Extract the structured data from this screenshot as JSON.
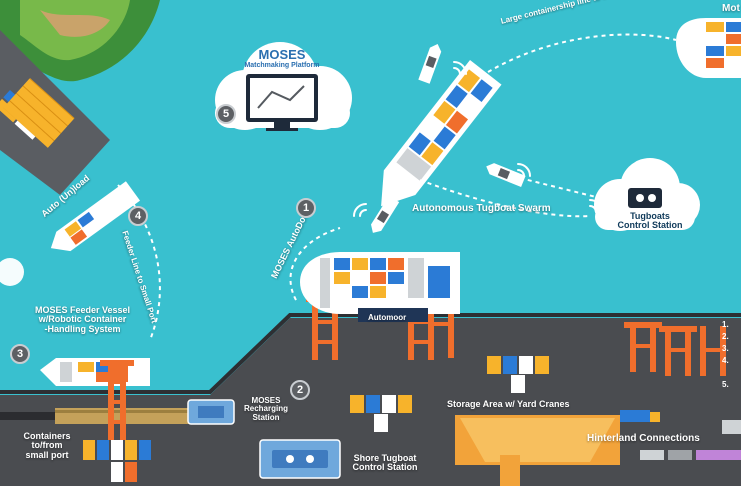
{
  "platform": {
    "logo": "MOSES",
    "subtitle": "Matchmaking Platform"
  },
  "steps": [
    "1",
    "2",
    "3",
    "4",
    "5"
  ],
  "labels": {
    "large_line": "Large containership line to DSS Port",
    "motor": "Mot",
    "swarm": "Autonomous Tugboat Swarm",
    "tug_station": [
      "Tugboats",
      "Control Station"
    ],
    "autodock": "MOSES AutoDock",
    "automoor": "Automoor",
    "auto_unload": "Auto (Un)load",
    "feeder_line": "Feeder Line to Small Port",
    "feeder_vessel": [
      "MOSES Feeder Vessel",
      "w/Robotic Container",
      "-Handling System"
    ],
    "recharging": [
      "MOSES",
      "Recharging",
      "Station"
    ],
    "containers": [
      "Containers",
      "to/from",
      "small port"
    ],
    "storage": "Storage Area  w/ Yard Cranes",
    "shore_tug": [
      "Shore Tugboat",
      "Control Station"
    ],
    "hinterland": "Hinterland Connections"
  },
  "legend": [
    "1.",
    "2.",
    "3.",
    "4.",
    "5."
  ],
  "colors": {
    "sea": "#39c0cf",
    "quay": "#4a4c50",
    "crane": "#f06e2c",
    "ink": "#0f3a5a"
  }
}
